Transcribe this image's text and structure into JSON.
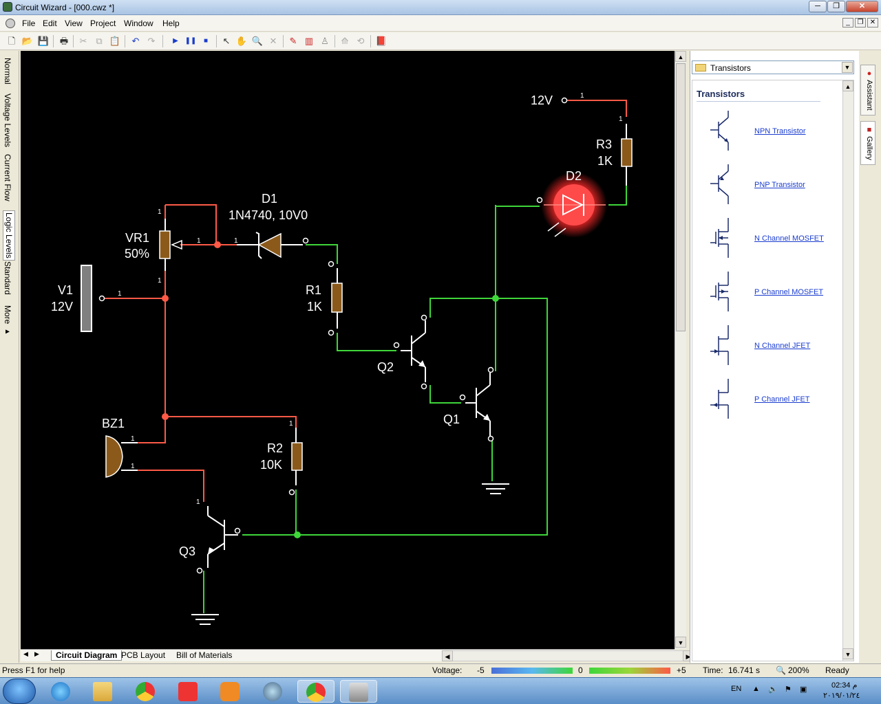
{
  "window": {
    "title": "Circuit Wizard - [000.cwz *]",
    "controls": [
      "─",
      "❐",
      "✕"
    ],
    "mdi_controls": [
      "_",
      "❐",
      "✕"
    ]
  },
  "menu": [
    "File",
    "Edit",
    "View",
    "Project",
    "Window",
    "Help"
  ],
  "toolbar_icons": [
    "new-icon",
    "open-icon",
    "save-icon",
    "print-icon",
    "cut-icon",
    "copy-icon",
    "paste-icon",
    "undo-icon",
    "redo-icon",
    "play-icon",
    "pause-icon",
    "stop-icon",
    "select-icon",
    "hand-icon",
    "zoom-icon",
    "delete-icon",
    "probe-icon",
    "graph-icon",
    "component-icon",
    "mirror-icon",
    "rotate-icon",
    "book-icon"
  ],
  "left_tabs": [
    "Normal",
    "Voltage Levels",
    "Current Flow",
    "Logic Levels",
    "Standard",
    "More ▸"
  ],
  "circuit": {
    "labels": {
      "v1_name": "V1",
      "v1_value": "12V",
      "vr1_name": "VR1",
      "vr1_value": "50%",
      "d1_name": "D1",
      "d1_value": "1N4740, 10V0",
      "r1_name": "R1",
      "r1_value": "1K",
      "r2_name": "R2",
      "r2_value": "10K",
      "r3_name": "R3",
      "r3_value": "1K",
      "d2_name": "D2",
      "supply_label": "12V",
      "bz1_name": "BZ1",
      "q1_name": "Q1",
      "q2_name": "Q2",
      "q3_name": "Q3",
      "pin": "1"
    },
    "colors": {
      "red_wire": "#ff5a47",
      "green_wire": "#3fd63a",
      "component": "#8b5a1b",
      "led": "#ff3a3a"
    }
  },
  "bottom_tabs": [
    "Circuit Diagram",
    "PCB Layout",
    "Bill of Materials"
  ],
  "right_panel": {
    "dropdown_value": "Transistors",
    "heading": "Transistors",
    "items": [
      "NPN Transistor",
      "PNP Transistor",
      "N Channel MOSFET",
      "P Channel MOSFET",
      "N Channel JFET",
      "P Channel JFET"
    ]
  },
  "side_tabs": [
    "Assistant",
    "Gallery"
  ],
  "status": {
    "help": "Press F1 for help",
    "voltage_label": "Voltage:",
    "v_min": "-5",
    "v_mid": "0",
    "v_max": "+5",
    "time_label": "Time:",
    "time_value": "16.741 s",
    "zoom": "200%",
    "state": "Ready"
  },
  "taskbar": {
    "lang": "EN",
    "time": "02:34 م",
    "date": "٢٠١٩/٠١/٢٤"
  }
}
